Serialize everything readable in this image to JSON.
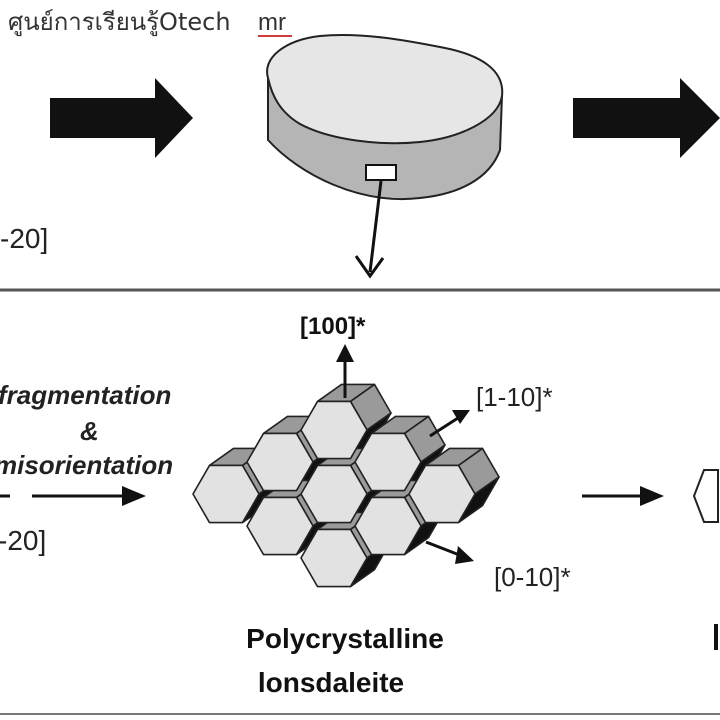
{
  "watermark": {
    "text": "ศูนย์การเรียนรู้Otech",
    "suffix": "mr"
  },
  "top_panel": {
    "left_label": "-20]"
  },
  "bottom_panel": {
    "left_label": "-20]",
    "process_line1": "fragmentation",
    "process_line2": "&",
    "process_line3": "misorientation",
    "dir_100": "[100]*",
    "dir_1_10": "[1-10]*",
    "dir_0_10": "[0-10]*",
    "caption_line1": "Polycrystalline",
    "caption_line2": "lonsdaleite"
  },
  "colors": {
    "arrow": "#111111",
    "hex_face": "#e2e2e2",
    "hex_top": "#9a9a9a",
    "hex_side": "#111111",
    "divider": "#555555",
    "disc_top": "#e6e6e6",
    "disc_side": "#b5b5b5",
    "watermark_underline": "#d23b3b"
  }
}
